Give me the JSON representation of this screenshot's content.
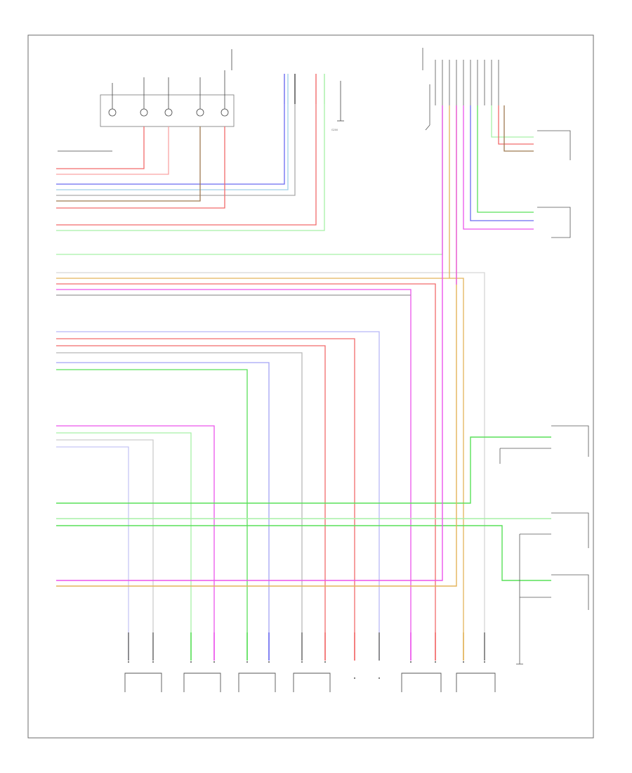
{
  "footer_label": "",
  "components": {
    "ground_label": "G200",
    "connector_top_label": "",
    "module_note": "",
    "right_components": [
      {
        "key": "seat_belt_sensor",
        "label": ""
      },
      {
        "key": "seat_pressure_sensor",
        "label": ""
      },
      {
        "key": "seat_belt_buckle_sensor",
        "label": ""
      },
      {
        "key": "driver_seat_belt_pretensioner",
        "label": ""
      },
      {
        "key": "passenger_seat_belt_pretensioner",
        "label": ""
      }
    ],
    "bottom_components": [
      {
        "key": "rear_side_airbag_right",
        "label": ""
      },
      {
        "key": "rear_side_airbag_left",
        "label": ""
      },
      {
        "key": "passenger_side_airbag",
        "label": ""
      },
      {
        "key": "driver_side_airbag",
        "label": ""
      },
      {
        "key": "clock_spring",
        "label": ""
      },
      {
        "key": "left_side_curtain_airbag",
        "label": ""
      },
      {
        "key": "right_side_curtain_airbag",
        "label": ""
      },
      {
        "key": "pretensioner_ground",
        "label": ""
      }
    ]
  },
  "wire_colors": {
    "red": "#f26a6a",
    "pink": "#f9a3a3",
    "green": "#59e059",
    "lightgreen": "#a6f0a6",
    "blue": "#6b6bf0",
    "lightblue": "#9fd0e8",
    "violet": "#ec54ec",
    "brown": "#9e7a52",
    "orange": "#e3b35a",
    "gray": "#b8b8b8",
    "black": "#4d4d4d"
  }
}
